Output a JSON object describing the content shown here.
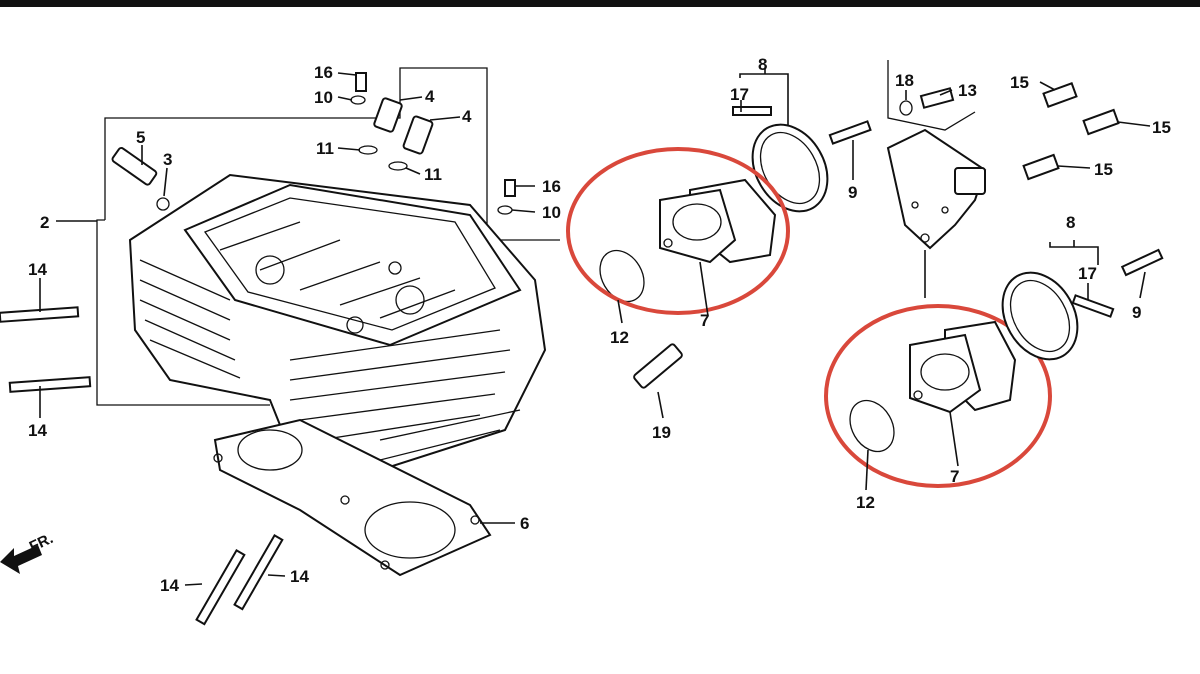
{
  "labels": {
    "n2": "2",
    "n3": "3",
    "n4a": "4",
    "n4b": "4",
    "n5": "5",
    "n6": "6",
    "n7a": "7",
    "n7b": "7",
    "n8a": "8",
    "n8b": "8",
    "n9a": "9",
    "n9b": "9",
    "n10a": "10",
    "n10b": "10",
    "n11a": "11",
    "n11b": "11",
    "n12a": "12",
    "n12b": "12",
    "n13": "13",
    "n14a": "14",
    "n14b": "14",
    "n14c": "14",
    "n14d": "14",
    "n15a": "15",
    "n15b": "15",
    "n15c": "15",
    "n16a": "16",
    "n16b": "16",
    "n17a": "17",
    "n17b": "17",
    "n18": "18",
    "n19": "19"
  },
  "front_marker": "FR.",
  "highlight_color": "#d9483b"
}
